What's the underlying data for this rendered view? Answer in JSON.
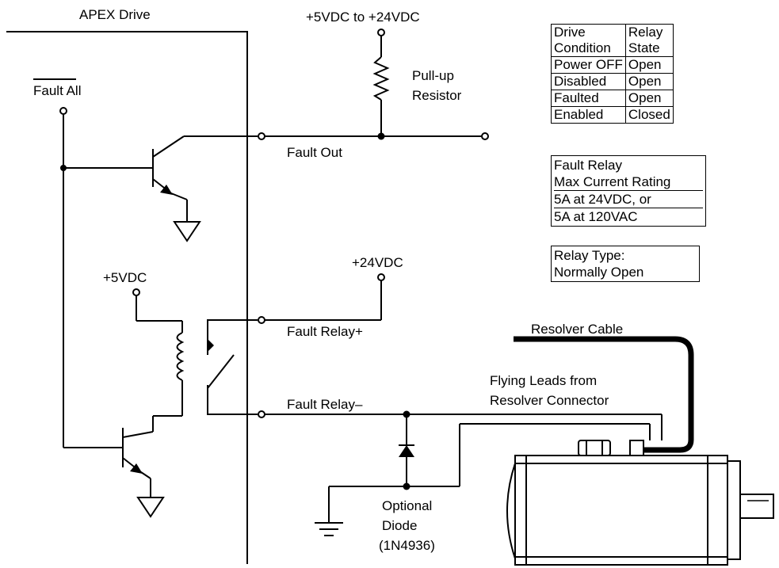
{
  "drive_title": "APEX Drive",
  "fault_all_label": "Fault All",
  "supply_range_label": "+5VDC to +24VDC",
  "pullup_label": [
    "Pull-up",
    "Resistor"
  ],
  "fault_out_label": "Fault Out",
  "supply_24_label": "+24VDC",
  "supply_5_label": "+5VDC",
  "fault_relay_plus_label": "Fault Relay+",
  "fault_relay_minus_label": "Fault Relay–",
  "resolver_cable_label": "Resolver Cable",
  "flying_leads_label": [
    "Flying Leads from",
    "Resolver Connector"
  ],
  "diode_label": [
    "Optional",
    "Diode",
    "(1N4936)"
  ],
  "relay_state_table": {
    "headers": [
      [
        "Drive",
        "Condition"
      ],
      [
        "Relay",
        "State"
      ]
    ],
    "rows": [
      [
        "Power OFF",
        "Open"
      ],
      [
        "Disabled",
        "Open"
      ],
      [
        "Faulted",
        "Open"
      ],
      [
        "Enabled",
        "Closed"
      ]
    ]
  },
  "rating_box": {
    "lines": [
      "Fault Relay",
      "Max Current Rating",
      "5A at 24VDC, or",
      "5A at 120VAC"
    ]
  },
  "relay_type_box": {
    "lines": [
      "Relay Type:",
      "Normally Open"
    ]
  }
}
